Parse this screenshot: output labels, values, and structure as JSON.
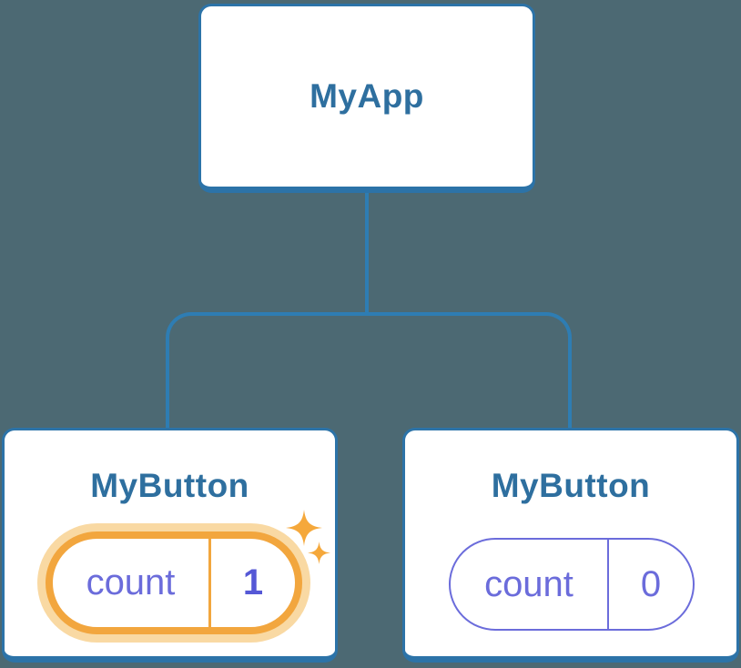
{
  "diagram": {
    "type": "react-component-tree",
    "background_color": "#4C6973",
    "connector_color": "#2E7DB3",
    "card_border_color": "#2C73A8",
    "title_color": "#2E6F9F",
    "state_color": "#6B6CDB",
    "highlight_value_color": "#5558D6",
    "highlight_border_color": "#F2A63E",
    "highlight_glow_color": "#F9D9A3",
    "sparkle_color": "#F5A83B"
  },
  "tree": {
    "root": {
      "label": "MyApp"
    },
    "children": [
      {
        "label": "MyButton",
        "highlighted": true,
        "state": {
          "key": "count",
          "value": "1"
        }
      },
      {
        "label": "MyButton",
        "highlighted": false,
        "state": {
          "key": "count",
          "value": "0"
        }
      }
    ]
  }
}
